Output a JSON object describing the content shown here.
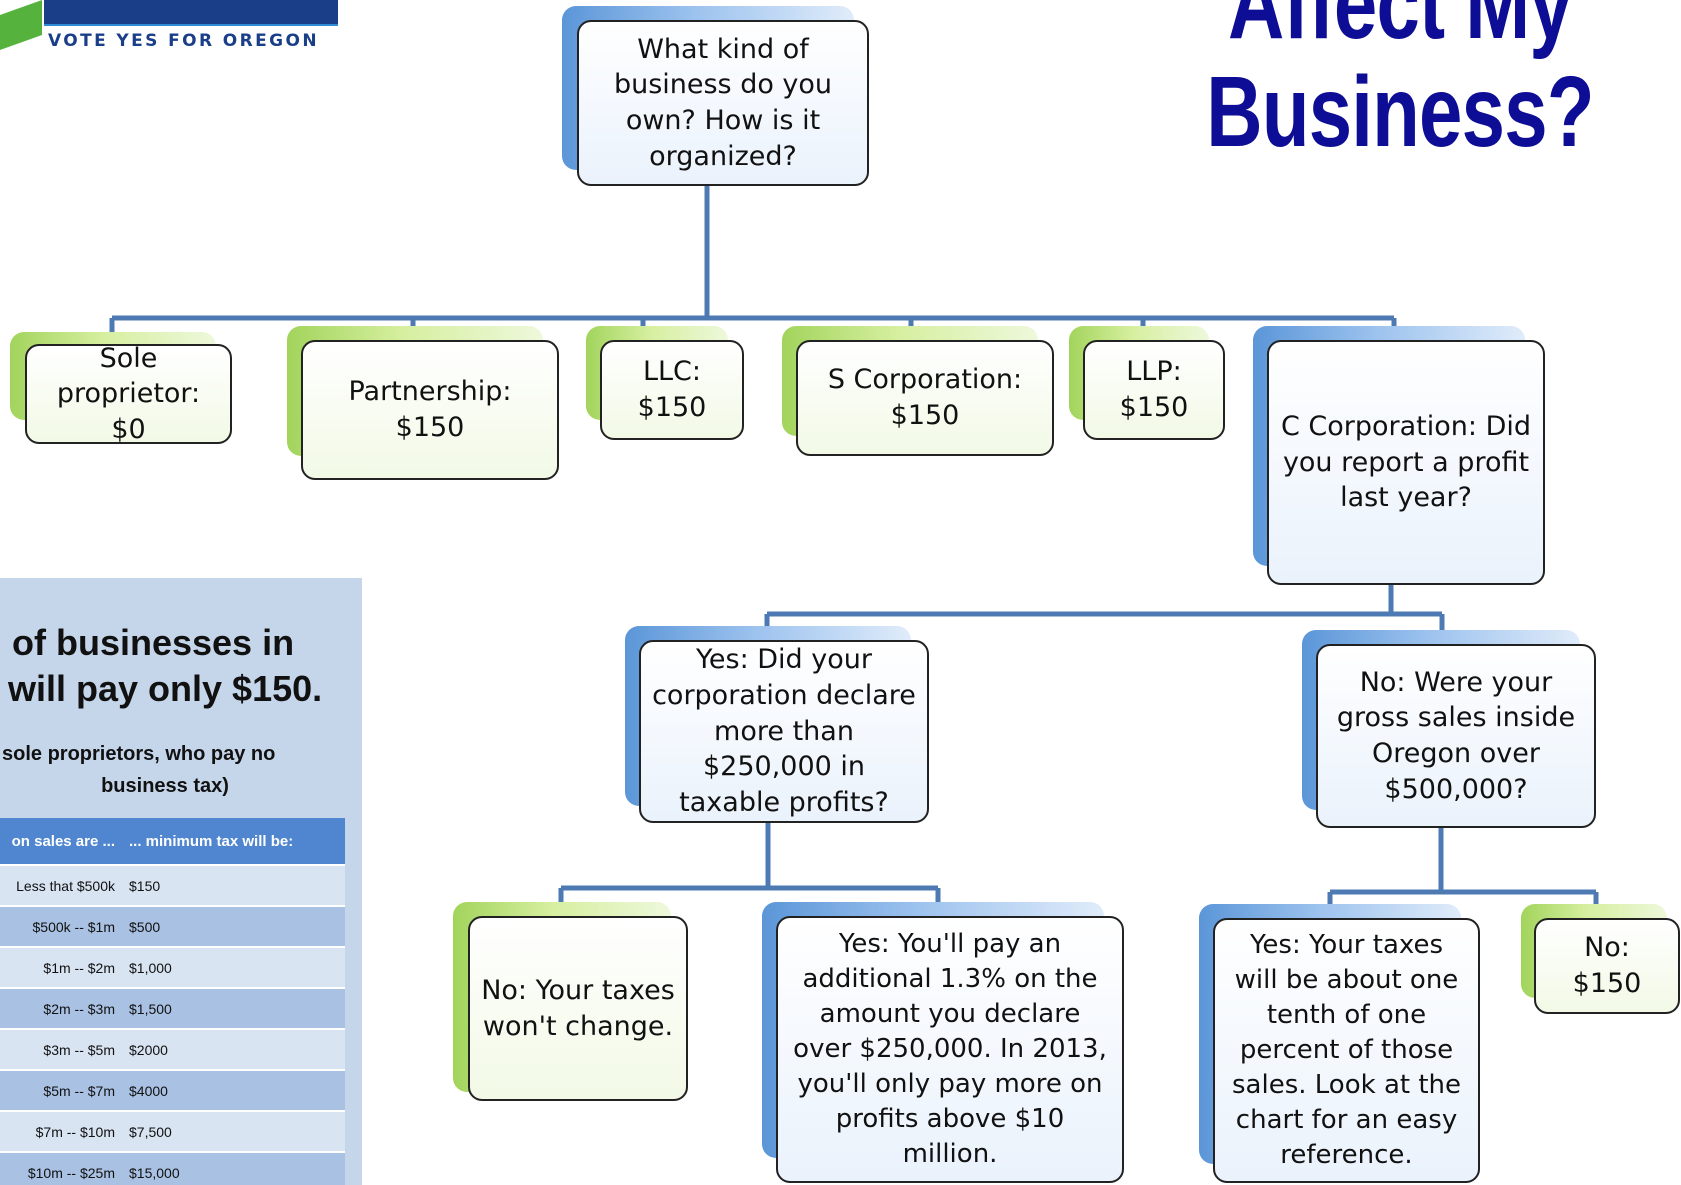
{
  "logo": {
    "tagline": "VOTE YES FOR OREGON"
  },
  "title": {
    "line1": "Affect My",
    "line2": "Business?"
  },
  "diagram": {
    "root": "What kind of business do you own? How is it organized?",
    "sole": "Sole proprietor: $0",
    "partnership": "Partnership: $150",
    "llc": "LLC: $150",
    "scorp": "S Corporation: $150",
    "llp": "LLP: $150",
    "ccorp": "C Corporation: Did you report a profit last year?",
    "yes_profit": "Yes: Did your corporation declare more than $250,000 in taxable profits?",
    "no_profit": "No: Were your gross sales inside Oregon over $500,000?",
    "no_change": "No: Your taxes won't change.",
    "yes_additional": "Yes: You'll pay an additional 1.3% on the amount you declare over $250,000. In 2013, you'll only pay more on profits above $10 million.",
    "yes_tenth": "Yes: Your taxes will be about one tenth of one percent of those sales. Look at the chart for an easy reference.",
    "no_150": "No: $150"
  },
  "panel": {
    "headline_line1": "of businesses in",
    "headline_line2": "will pay only $150.",
    "sub_line1": "sole proprietors, who pay no",
    "sub_line2": "business tax)",
    "table": {
      "header": [
        "on sales are ...",
        "... minimum tax will be:"
      ],
      "rows": [
        [
          "Less that $500k",
          "$150"
        ],
        [
          "$500k -- $1m",
          "$500"
        ],
        [
          "$1m -- $2m",
          "$1,000"
        ],
        [
          "$2m -- $3m",
          "$1,500"
        ],
        [
          "$3m -- $5m",
          "$2000"
        ],
        [
          "$5m -- $7m",
          "$4000"
        ],
        [
          "$7m -- $10m",
          "$7,500"
        ],
        [
          "$10m -- $25m",
          "$15,000"
        ]
      ]
    }
  }
}
